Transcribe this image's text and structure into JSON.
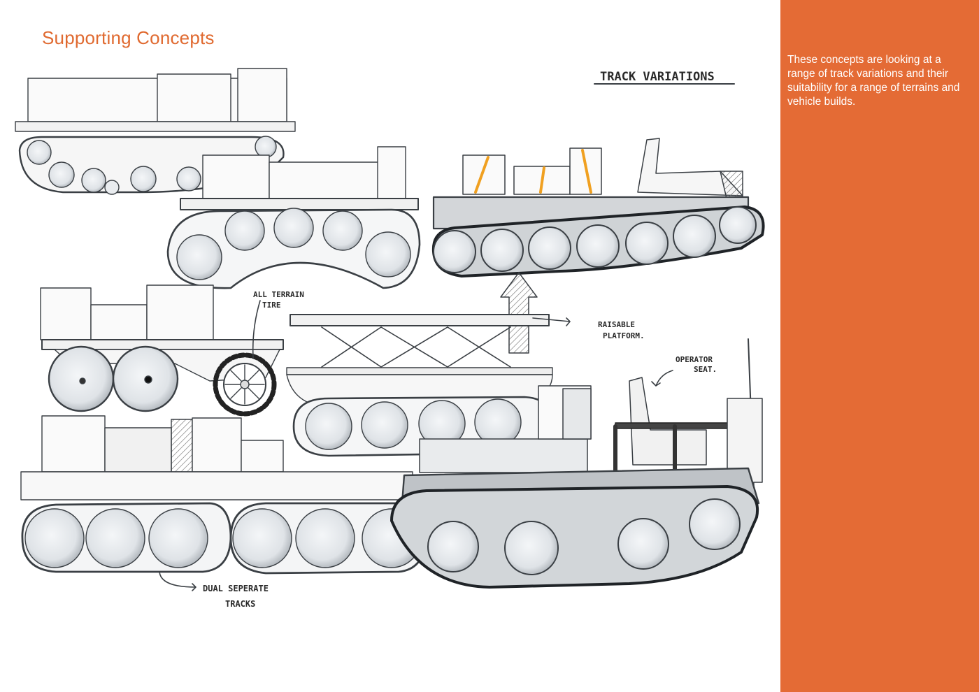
{
  "page": {
    "title": "Supporting Concepts"
  },
  "side_panel": {
    "description": "These concepts are looking at a range of track variations and their suitability for a range of terrains and vehicle builds."
  },
  "colors": {
    "accent": "#e46b35",
    "title": "#e06a30",
    "highlight": "#f0a020"
  },
  "sketch_annotations": {
    "heading": "TRACK VARIATIONS",
    "all_terrain_1": "ALL TERRAIN",
    "all_terrain_2": "TIRE",
    "platform_1": "RAISABLE",
    "platform_2": "PLATFORM.",
    "seat_1": "OPERATOR",
    "seat_2": "SEAT.",
    "dual_1": "DUAL   SEPERATE",
    "dual_2": "TRACKS"
  }
}
